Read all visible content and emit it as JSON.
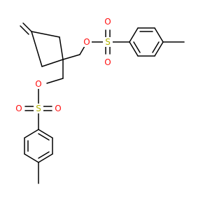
{
  "molecule": {
    "atoms": {
      "o_ester_right": {
        "text": "O",
        "color": "#ff0d0d"
      },
      "s_right": {
        "text": "S",
        "color": "#b2b200"
      },
      "o_sulfonyl_right_top": {
        "text": "O",
        "color": "#ff0d0d"
      },
      "o_sulfonyl_right_bottom": {
        "text": "O",
        "color": "#ff0d0d"
      },
      "o_ester_left": {
        "text": "O",
        "color": "#ff0d0d"
      },
      "s_left": {
        "text": "S",
        "color": "#b2b200"
      },
      "o_sulfonyl_left_left": {
        "text": "O",
        "color": "#ff0d0d"
      },
      "o_sulfonyl_left_right": {
        "text": "O",
        "color": "#ff0d0d"
      }
    },
    "colors": {
      "bond": "#000000",
      "background": "#ffffff"
    }
  }
}
